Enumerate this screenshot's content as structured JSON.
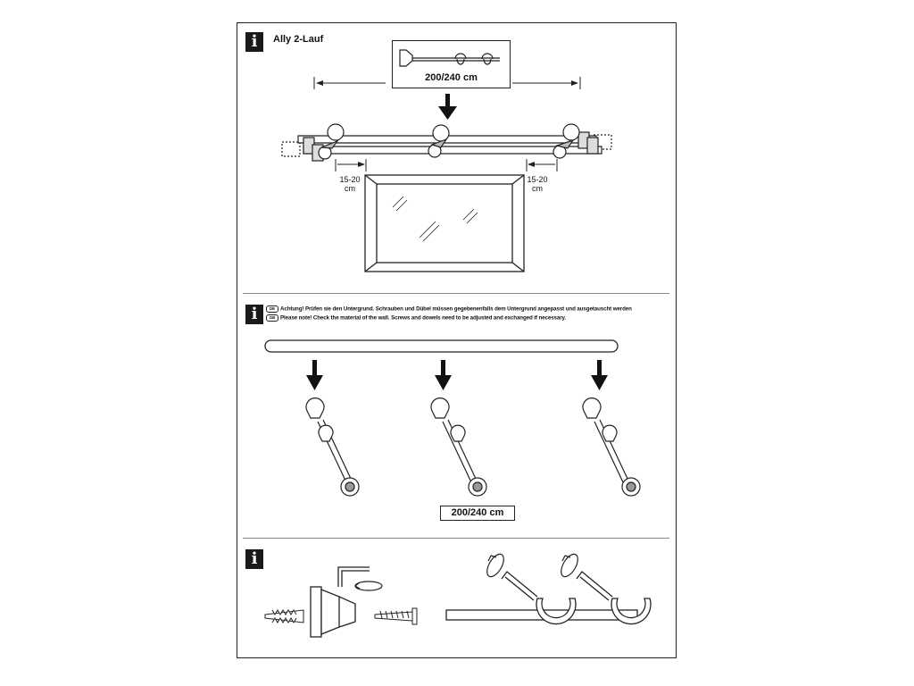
{
  "section1": {
    "title": "Ally 2-Lauf",
    "length_label": "200/240 cm",
    "gap_left": [
      "15-20",
      "cm"
    ],
    "gap_right": [
      "15-20",
      "cm"
    ]
  },
  "section2": {
    "note_de_flag": "DE",
    "note_de": "Achtung! Prüfen sie den Untergrund. Schrauben und Dübel müssen gegebenenfalls dem Untergrund angepasst und ausgetauscht werden",
    "note_gb_flag": "GB",
    "note_gb": "Please note!  Check the material of the wall. Screws and dowels need to be adjusted and exchanged if necessary.",
    "length_label": "200/240 cm"
  },
  "icons": {
    "info": "i"
  }
}
